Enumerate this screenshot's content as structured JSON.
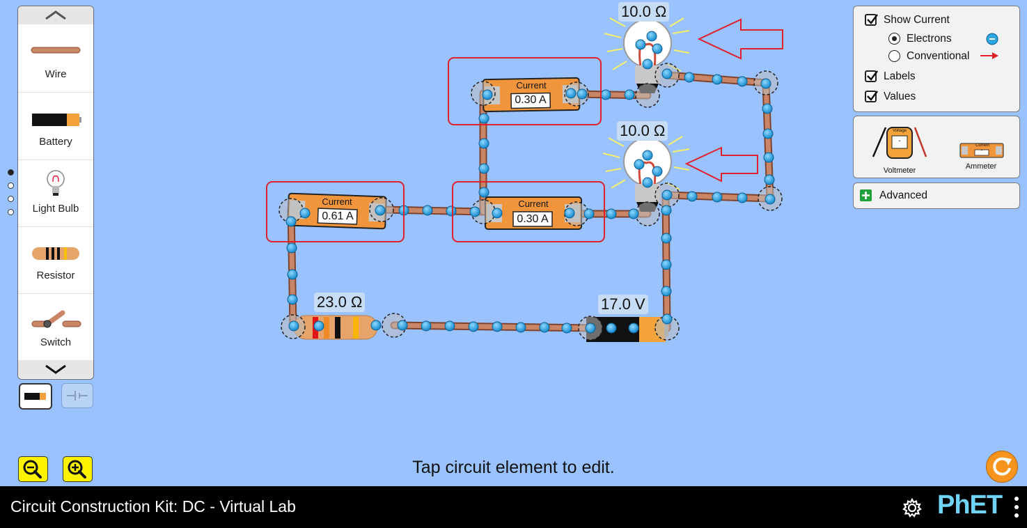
{
  "toolbox": {
    "items": [
      {
        "label": "Wire"
      },
      {
        "label": "Battery"
      },
      {
        "label": "Light Bulb"
      },
      {
        "label": "Resistor"
      },
      {
        "label": "Switch"
      }
    ],
    "scroll_up_icon": "chevron-up-icon",
    "scroll_down_icon": "chevron-down-icon"
  },
  "controls": {
    "show_current": {
      "label": "Show Current",
      "checked": true
    },
    "current_type": {
      "options": [
        {
          "label": "Electrons",
          "selected": true
        },
        {
          "label": "Conventional",
          "selected": false
        }
      ]
    },
    "labels": {
      "label": "Labels",
      "checked": true
    },
    "values": {
      "label": "Values",
      "checked": true
    }
  },
  "sensors": {
    "voltmeter": {
      "label": "Voltmeter",
      "face_text": "Voltage",
      "readout": "-"
    },
    "ammeter": {
      "label": "Ammeter",
      "face_text": "Current",
      "readout": "-"
    }
  },
  "advanced": {
    "label": "Advanced"
  },
  "circuit": {
    "bulb_top": {
      "resistance": "10.0 Ω"
    },
    "bulb_bottom": {
      "resistance": "10.0 Ω"
    },
    "resistor": {
      "resistance": "23.0 Ω"
    },
    "battery": {
      "voltage": "17.0 V"
    },
    "ammeter_left": {
      "title": "Current",
      "reading": "0.61 A"
    },
    "ammeter_middle": {
      "title": "Current",
      "reading": "0.30 A"
    },
    "ammeter_top": {
      "title": "Current",
      "reading": "0.30 A"
    }
  },
  "hint": "Tap circuit element to edit.",
  "navbar": {
    "title": "Circuit Construction Kit: DC - Virtual Lab",
    "brand": "PhET"
  },
  "colors": {
    "background": "#99c2ff",
    "wire": "#b9775b",
    "electron": "#2fa6e0",
    "ammeter": "#f1953d",
    "highlight": "#e0202c",
    "zoom": "#fff200",
    "reset": "#f7941d"
  }
}
